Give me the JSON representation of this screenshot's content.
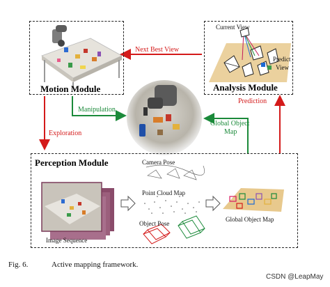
{
  "modules": {
    "motion": "Motion Module",
    "analysis": "Analysis Module",
    "perception": "Perception Module"
  },
  "arrows": {
    "next_best_view": "Next Best View",
    "manipulation": "Manipulation",
    "exploration": "Exploration",
    "prediction": "Prediction",
    "global_object_map_l1": "Global Object",
    "global_object_map_l2": "Map"
  },
  "analysis_labels": {
    "current_view": "Current View",
    "predict_view_l1": "Predict",
    "predict_view_l2": "View"
  },
  "perception_labels": {
    "camera_pose": "Camera Pose",
    "point_cloud_map": "Point Cloud Map",
    "object_pose": "Object Pose",
    "image_sequence": "Image Sequence",
    "global_object_map": "Global Object Map"
  },
  "caption": {
    "fig": "Fig. 6.",
    "text": "Active mapping framework."
  },
  "watermark": "CSDN @LeapMay",
  "colors": {
    "red": "#d41a1a",
    "green": "#1b8a3a"
  }
}
